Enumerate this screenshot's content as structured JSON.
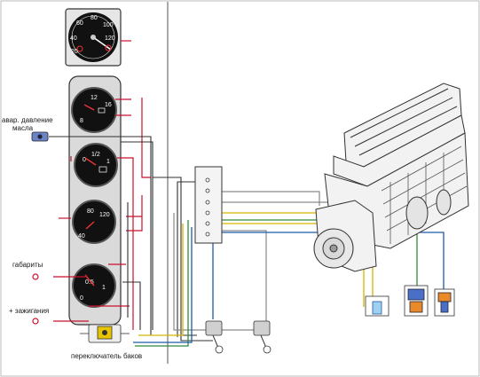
{
  "labels": {
    "oil_pressure_alarm_line1": "авар. давление",
    "oil_pressure_alarm_line2": "масла",
    "side_lights": "габариты",
    "ignition": "+ зажигания",
    "tank_switch": "переключатель баков"
  },
  "gauges": {
    "speedometer": {
      "ticks": [
        "20",
        "40",
        "60",
        "80",
        "100",
        "120"
      ]
    },
    "voltmeter": {
      "ticks": [
        "8",
        "12",
        "16"
      ]
    },
    "fuel": {
      "ticks": [
        "0",
        "1/2",
        "1"
      ]
    },
    "temperature": {
      "ticks": [
        "40",
        "80",
        "120"
      ]
    },
    "oil_pressure": {
      "ticks": [
        "0",
        "0.5",
        "1"
      ]
    }
  },
  "colors": {
    "wire_red": "#c8102e",
    "wire_dark": "#303030",
    "wire_gray": "#8a8a8a",
    "wire_blue": "#1e5aa8",
    "wire_green": "#2e8b3e",
    "wire_yellow": "#d6b400",
    "gauge_face": "#111111",
    "panel": "#d9d9d9"
  }
}
